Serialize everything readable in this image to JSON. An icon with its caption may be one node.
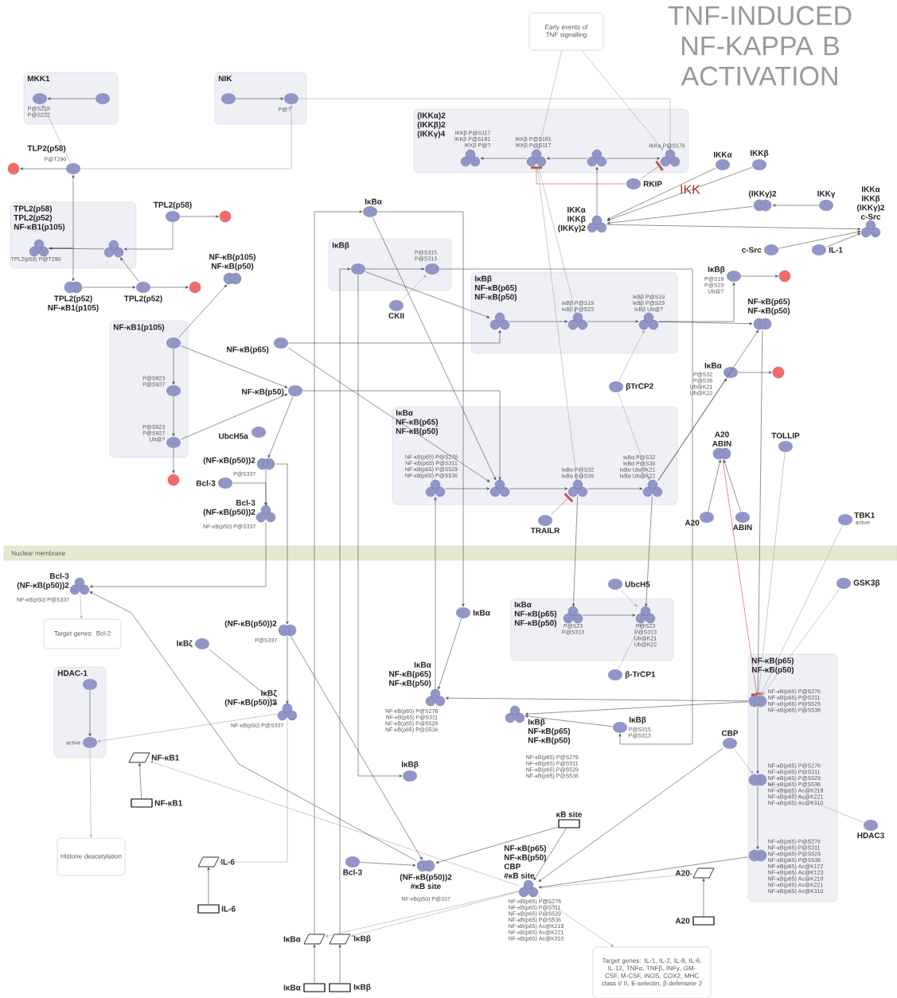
{
  "diagram": {
    "title": "TNF-INDUCED NF-KAPPA B ACTIVATION",
    "nodes": [
      {
        "text": [
          "MKK1"
        ]
      },
      {
        "text": [],
        "shape": "ellipse",
        "in": 0,
        "beside": [
          "P@S218",
          "P@S222"
        ]
      },
      {
        "text": [],
        "shape": "ellipse",
        "in": 0
      },
      {
        "text": [
          "NIK"
        ]
      },
      {
        "text": [],
        "shape": "ellipse",
        "in": 3
      },
      {
        "text": [],
        "shape": "ellipse",
        "in": 3,
        "beside": [
          "P@?"
        ]
      },
      {
        "text": [
          "Early events of TNF signalling"
        ]
      },
      {
        "text": [
          "(IKKα)2",
          "(IKKβ)2",
          "(IKKγ)4"
        ]
      },
      {
        "text": [],
        "shape": "complex",
        "in": 7,
        "beside": [
          "IKKβ P@S117",
          "IKKβ P@S181",
          "IKKβ P@?"
        ]
      },
      {
        "text": [],
        "shape": "complex",
        "in": 7,
        "beside": [
          "IKKβ P@S181",
          "IKKβ P@S117"
        ]
      },
      {
        "text": [],
        "shape": "complex",
        "in": 7
      },
      {
        "text": [],
        "shape": "complex",
        "in": 7,
        "beside": [
          "IKKα P@S176"
        ]
      },
      {
        "text": [
          "RKIP"
        ]
      },
      {
        "text": [
          "IKKα",
          "IKKβ",
          "(IKKγ)2"
        ]
      },
      {
        "text": [
          "IKKα"
        ]
      },
      {
        "text": [
          "IKKβ"
        ]
      },
      {
        "text": [
          "(IKKγ)2"
        ]
      },
      {
        "text": [
          "IKKγ"
        ]
      },
      {
        "text": [
          "IKKα",
          "IKKβ",
          "(IKKγ)2",
          "c-Src"
        ]
      },
      {
        "text": [
          "c-Src"
        ]
      },
      {
        "text": [
          "IL-1"
        ]
      },
      {
        "text": [
          "TLP2(p58)"
        ],
        "beside": [
          "P@T290"
        ]
      },
      {
        "text": [],
        "shape": "circle"
      },
      {
        "text": [
          "TPL2(p58)",
          "TPL2(p52)",
          "NF-κB1(p105)"
        ]
      },
      {
        "text": [],
        "shape": "complex",
        "in": 23,
        "beside": [
          "TPL2(p58) P@T290"
        ]
      },
      {
        "text": [],
        "shape": "complex",
        "in": 23
      },
      {
        "text": [
          "TPL2(p58)"
        ]
      },
      {
        "text": [],
        "shape": "circle"
      },
      {
        "text": [
          "TPL2(p52)",
          "NF-κB1(p105)"
        ]
      },
      {
        "text": [
          "TPL2(p52)"
        ]
      },
      {
        "text": [],
        "shape": "circle"
      },
      {
        "text": [
          "NF-κB1(p105)"
        ]
      },
      {
        "text": [],
        "shape": "ellipse",
        "in": 31
      },
      {
        "text": [],
        "shape": "ellipse",
        "in": 31,
        "beside": [
          "P@S923",
          "P@S927"
        ]
      },
      {
        "text": [],
        "shape": "ellipse",
        "in": 31,
        "beside": [
          "P@S923",
          "P@S927",
          "Ub@?"
        ]
      },
      {
        "text": [],
        "shape": "circle"
      },
      {
        "text": [
          "NF-κB(p105)",
          "NF-κB(p50)"
        ]
      },
      {
        "text": [
          "NF-κB(p65)"
        ]
      },
      {
        "text": [
          "NF-κB(p50)"
        ]
      },
      {
        "text": [
          "UbcH5a"
        ]
      },
      {
        "text": [
          "(NF-κB(p50))2"
        ],
        "beside": [
          "P@S337"
        ]
      },
      {
        "text": [
          "Bcl-3"
        ]
      },
      {
        "text": [
          "Bcl-3",
          "(NF-κB(p50))2"
        ],
        "beside": [
          "NF-κB(p50) P@S337"
        ]
      },
      {
        "text": [
          "IκBα"
        ]
      },
      {
        "text": [
          "IκBβ"
        ]
      },
      {
        "text": [],
        "shape": "ellipse",
        "in": 44
      },
      {
        "text": [],
        "shape": "ellipse",
        "in": 44,
        "beside": [
          "P@S315",
          "P@S313"
        ]
      },
      {
        "text": [
          "CKII"
        ]
      },
      {
        "text": [
          "IκBβ",
          "NF-κB(p65)",
          "NF-κB(p50)"
        ]
      },
      {
        "text": [],
        "shape": "complex",
        "in": 48
      },
      {
        "text": [],
        "shape": "complex",
        "in": 48,
        "beside": [
          "IκBβ P@S19",
          "IκBβ P@S23"
        ]
      },
      {
        "text": [],
        "shape": "complex",
        "in": 48,
        "beside": [
          "IκBβ P@S19",
          "IκBβ P@S23",
          "IκBβ Ub@?"
        ]
      },
      {
        "text": [
          "βTrCP2"
        ]
      },
      {
        "text": [
          "IκBβ"
        ],
        "beside": [
          "P@S19",
          "P@S23",
          "Ub@?"
        ]
      },
      {
        "text": [],
        "shape": "circle"
      },
      {
        "text": [
          "NF-κB(p65)",
          "NF-κB(p50)"
        ]
      },
      {
        "text": [
          "IκBα"
        ],
        "beside": [
          "P@S32",
          "P@S36",
          "Ub@K21",
          "Ub@K22"
        ]
      },
      {
        "text": [],
        "shape": "circle"
      },
      {
        "text": [
          "IκBα",
          "NF-κB(p65)",
          "NF-κB(p50)"
        ]
      },
      {
        "text": [],
        "shape": "complex",
        "in": 58,
        "beside": [
          "NF-κB(p65) P@S276",
          "NF-κB(p65) P@S311",
          "NF-κB(p65) P@S529",
          "NF-κB(p65) P@S536"
        ]
      },
      {
        "text": [],
        "shape": "complex",
        "in": 58
      },
      {
        "text": [],
        "shape": "complex",
        "in": 58,
        "beside": [
          "IκBα P@S32",
          "IκBα P@S36"
        ]
      },
      {
        "text": [],
        "shape": "complex",
        "in": 58,
        "beside": [
          "IκBα P@S32",
          "IκBα P@S36",
          "IκBα Ub@K21",
          "IκBα Ub@K22"
        ]
      },
      {
        "text": [
          "TRAILR"
        ]
      },
      {
        "text": [
          "A20",
          "ABIN"
        ]
      },
      {
        "text": [
          "TOLLIP"
        ]
      },
      {
        "text": [
          "A20"
        ]
      },
      {
        "text": [
          "ABIN"
        ]
      },
      {
        "text": [
          "TBK1"
        ],
        "beside": [
          "active"
        ]
      },
      {
        "text": [
          "GSK3β"
        ]
      },
      {
        "text": [
          "Nuclear membrane"
        ]
      },
      {
        "text": [
          "Bcl-3",
          "(NF-κB(p50))2"
        ],
        "beside": [
          "NF-κB(p50) P@S337"
        ]
      },
      {
        "text": [
          "Target genes: Bcl-2"
        ]
      },
      {
        "text": [
          "HDAC-1"
        ]
      },
      {
        "text": [],
        "shape": "ellipse",
        "in": 73
      },
      {
        "text": [],
        "shape": "ellipse",
        "in": 73,
        "beside": [
          "active"
        ]
      },
      {
        "text": [
          "Histone deacetylation"
        ]
      },
      {
        "text": [
          "NF-κB1"
        ]
      },
      {
        "text": [
          "NF-κB1"
        ]
      },
      {
        "text": [
          "(NF-κB(p50))2"
        ],
        "beside": [
          "P@S337"
        ]
      },
      {
        "text": [
          "IκBζ"
        ]
      },
      {
        "text": [
          "IκBζ",
          "(NF-κB(p50))2"
        ],
        "beside": [
          "NF-κB(p50) P@S337"
        ]
      },
      {
        "text": [
          "IL-6"
        ]
      },
      {
        "text": [
          "IL-6"
        ]
      },
      {
        "text": [
          "IκBα"
        ]
      },
      {
        "text": [
          "IκBα",
          "NF-κB(p65)",
          "NF-κB(p50)"
        ],
        "beside": [
          "NF-κB(p65) P@S276",
          "NF-κB(p65) P@S311",
          "NF-κB(p65) P@S529",
          "NF-κB(p65) P@S536"
        ]
      },
      {
        "text": [
          "IκBβ"
        ]
      },
      {
        "text": [
          "IκBα",
          "NF-κB(p65)",
          "NF-κB(p50)"
        ]
      },
      {
        "text": [],
        "shape": "complex",
        "in": 87,
        "beside": [
          "P@S23",
          "P@S313"
        ]
      },
      {
        "text": [],
        "shape": "complex",
        "in": 87,
        "beside": [
          "P@S23",
          "P@S313",
          "Ub@K21",
          "Ub@K22"
        ]
      },
      {
        "text": [
          "UbcH5"
        ]
      },
      {
        "text": [
          "β-TrCP1"
        ]
      },
      {
        "text": [
          "IκBβ",
          "NF-κB(p65)",
          "NF-κB(p50)"
        ],
        "beside": [
          "NF-κB(p65) P@S276",
          "NF-κB(p65) P@S311",
          "NF-κB(p65) P@S529",
          "NF-κB(p65) P@S536"
        ]
      },
      {
        "text": [
          "IκBβ"
        ],
        "beside": [
          "P@S315",
          "P@S313"
        ]
      },
      {
        "text": [
          "NF-κB(p65)",
          "NF-κB(p50)"
        ]
      },
      {
        "text": [],
        "shape": "dimer",
        "in": 94,
        "beside": [
          "NF-κB(p65) P@S276",
          "NF-κB(p65) P@S311",
          "NF-κB(p65) P@S529",
          "NF-κB(p65) P@S536"
        ]
      },
      {
        "text": [],
        "shape": "dimer",
        "in": 94,
        "beside": [
          "NF-κB(p65) P@S276",
          "NF-κB(p65) P@S311",
          "NF-κB(p65) P@S529",
          "NF-κB(p65) P@S536",
          "NF-κB(p65) Ac@K218",
          "NF-κB(p65) Ac@K221",
          "NF-κB(p65) Ac@K310"
        ]
      },
      {
        "text": [],
        "shape": "dimer",
        "in": 94,
        "beside": [
          "NF-κB(p65) P@S276",
          "NF-κB(p65) P@S311",
          "NF-κB(p65) P@S529",
          "NF-κB(p65) P@S536",
          "NF-κB(p65) Ac@K122",
          "NF-κB(p65) Ac@K123",
          "NF-κB(p65) Ac@K218",
          "NF-κB(p65) Ac@K221",
          "NF-κB(p65) Ac@K310"
        ]
      },
      {
        "text": [
          "CBP"
        ]
      },
      {
        "text": [
          "HDAC3"
        ]
      },
      {
        "text": [
          "κB site"
        ]
      },
      {
        "text": [
          "Bcl-3"
        ]
      },
      {
        "text": [
          "(NF-κB(p50))2",
          "#κB site"
        ],
        "beside": [
          "NF-κB(p50) P@337"
        ]
      },
      {
        "text": [
          "NF-κB(p65)",
          "NF-κB(p50)",
          "CBP",
          "#κB site"
        ],
        "beside": [
          "NF-κB(p65) P@S276",
          "NF-κB(p65) P@S311",
          "NF-κB(p65) P@S529",
          "NF-κB(p65) P@S536",
          "NF-κB(p65) Ac@K218",
          "NF-κB(p65) Ac@K221",
          "NF-κB(p65) Ac@K310"
        ]
      },
      {
        "text": [
          "Target genes: IL-1, IL-2, IL-8, IL-6, IL-12, TNFα, TNFβ, INFγ, GM-CSF, M-CSF, iNOS, COX2, MHC class I/ II, E-selectin, β-defensine 2"
        ]
      },
      {
        "text": [
          "A20"
        ]
      },
      {
        "text": [
          "A20"
        ]
      },
      {
        "text": [
          "IκBα"
        ]
      },
      {
        "text": [
          "IκBα"
        ]
      },
      {
        "text": [
          "IκBβ"
        ]
      },
      {
        "text": [
          "IκBβ"
        ]
      }
    ],
    "edges": [
      {
        "from": 2,
        "to": 1,
        "arrow": "to"
      },
      {
        "from": 21,
        "to": 1,
        "arrow": "to",
        "color": "#a8a8a8"
      },
      {
        "from": 4,
        "to": 5,
        "arrow": "to"
      },
      {
        "from": 21,
        "to": 5,
        "arrow": "to",
        "color": "#a8a8a8"
      },
      {
        "from": 5,
        "to": 11,
        "arrow": "to",
        "color": "#a8a8a8"
      },
      {
        "from": 6,
        "to": 9,
        "arrow": "to",
        "color": "#a8a8a8"
      },
      {
        "from": 6,
        "to": 11,
        "arrow": "to",
        "color": "#a8a8a8"
      },
      {
        "from": 10,
        "to": 9,
        "arrow": "to"
      },
      {
        "from": 10,
        "to": 11,
        "arrow": "to"
      },
      {
        "from": 9,
        "to": 8,
        "arrow": "to"
      },
      {
        "from": 12,
        "to": 9,
        "arrow": "other",
        "color": "#c05050"
      },
      {
        "from": 12,
        "to": 11,
        "arrow": "other",
        "color": "#c05050"
      },
      {
        "from": 13,
        "to": 10,
        "arrow": "to"
      },
      {
        "from": 14,
        "to": 13,
        "arrow": "to"
      },
      {
        "from": 15,
        "to": 13,
        "arrow": "to"
      },
      {
        "from": 16,
        "to": 13,
        "arrow": "to"
      },
      {
        "from": 17,
        "to": 16,
        "arrow": "to"
      },
      {
        "from": 13,
        "to": 18,
        "arrow": "to"
      },
      {
        "from": 19,
        "to": 18,
        "arrow": "to"
      },
      {
        "from": 20,
        "to": 18,
        "arrow": "to"
      },
      {
        "from": 21,
        "to": 22,
        "arrow": "to"
      },
      {
        "from": 24,
        "to": 21,
        "arrow": "to"
      },
      {
        "from": 25,
        "to": 24,
        "arrow": "to"
      },
      {
        "from": 26,
        "to": 25,
        "arrow": "to"
      },
      {
        "from": 24,
        "to": 28,
        "arrow": "to"
      },
      {
        "from": 28,
        "to": 29,
        "arrow": "to"
      },
      {
        "from": 29,
        "to": 30,
        "arrow": "to"
      },
      {
        "from": 29,
        "to": 25,
        "arrow": "to"
      },
      {
        "from": 26,
        "to": 27,
        "arrow": "to"
      },
      {
        "from": 32,
        "to": 33,
        "arrow": "to"
      },
      {
        "from": 33,
        "to": 34,
        "arrow": "to"
      },
      {
        "from": 34,
        "to": 35,
        "arrow": "to"
      },
      {
        "from": 32,
        "to": 36,
        "arrow": "to"
      },
      {
        "from": 32,
        "to": 38,
        "arrow": "to"
      },
      {
        "from": 34,
        "to": 38,
        "arrow": "to"
      },
      {
        "from": 37,
        "to": 60,
        "arrow": "to"
      },
      {
        "from": 38,
        "to": 60,
        "arrow": "to"
      },
      {
        "from": 43,
        "to": 60,
        "arrow": "to"
      },
      {
        "from": 37,
        "to": 49,
        "arrow": "to"
      },
      {
        "from": 45,
        "to": 49,
        "arrow": "to"
      },
      {
        "from": 107,
        "to": 43,
        "arrow": "to"
      },
      {
        "from": 109,
        "to": 45,
        "arrow": "to"
      },
      {
        "from": 38,
        "to": 40,
        "arrow": "to"
      },
      {
        "from": 41,
        "to": 42,
        "arrow": "to"
      },
      {
        "from": 40,
        "to": 42,
        "arrow": "to"
      },
      {
        "from": 45,
        "to": 46,
        "arrow": "to"
      },
      {
        "from": 47,
        "to": 46,
        "arrow": "to",
        "color": "#a8a8a8"
      },
      {
        "from": 49,
        "to": 50,
        "arrow": "to"
      },
      {
        "from": 50,
        "to": 51,
        "arrow": "to"
      },
      {
        "from": 51,
        "to": 55,
        "arrow": "to"
      },
      {
        "from": 51,
        "to": 53,
        "arrow": "to"
      },
      {
        "from": 53,
        "to": 54,
        "arrow": "to"
      },
      {
        "from": 52,
        "to": 51,
        "arrow": "to",
        "color": "#a8a8a8"
      },
      {
        "from": 9,
        "to": 50,
        "arrow": "to",
        "color": "#a8a8a8"
      },
      {
        "from": 59,
        "to": 60,
        "arrow": "to"
      },
      {
        "from": 60,
        "to": 61,
        "arrow": "to"
      },
      {
        "from": 61,
        "to": 62,
        "arrow": "to"
      },
      {
        "from": 62,
        "to": 55,
        "arrow": "to"
      },
      {
        "from": 62,
        "to": 56,
        "arrow": "to"
      },
      {
        "from": 56,
        "to": 57,
        "arrow": "to"
      },
      {
        "from": 63,
        "to": 61,
        "arrow": "other",
        "color": "#c05050"
      },
      {
        "from": 52,
        "to": 62,
        "arrow": "to",
        "color": "#a8a8a8"
      },
      {
        "from": 9,
        "to": 61,
        "arrow": "to",
        "color": "#a8a8a8"
      },
      {
        "from": 66,
        "to": 64,
        "arrow": "to"
      },
      {
        "from": 67,
        "to": 64,
        "arrow": "to"
      },
      {
        "from": 55,
        "to": 95,
        "arrow": "to"
      },
      {
        "from": 64,
        "to": 95,
        "arrow": "other",
        "color": "#c05050"
      },
      {
        "from": 65,
        "to": 95,
        "arrow": "to",
        "color": "#a8a8a8"
      },
      {
        "from": 68,
        "to": 95,
        "arrow": "to",
        "color": "#a8a8a8"
      },
      {
        "from": 69,
        "to": 95,
        "arrow": "to",
        "color": "#a8a8a8"
      },
      {
        "from": 42,
        "to": 71,
        "arrow": "to"
      },
      {
        "from": 40,
        "to": 79,
        "arrow": "to"
      },
      {
        "from": 79,
        "to": 81,
        "arrow": "to"
      },
      {
        "from": 80,
        "to": 81,
        "arrow": "to"
      },
      {
        "from": 79,
        "to": 102,
        "arrow": "to"
      },
      {
        "from": 71,
        "to": 72,
        "arrow": "to",
        "color": "#a8a8a8"
      },
      {
        "from": 74,
        "to": 75,
        "arrow": "to"
      },
      {
        "from": 81,
        "to": 75,
        "arrow": "to",
        "color": "#a8a8a8"
      },
      {
        "from": 75,
        "to": 76,
        "arrow": "to",
        "color": "#a8a8a8"
      },
      {
        "from": 78,
        "to": 77,
        "arrow": "to"
      },
      {
        "from": 103,
        "to": 77,
        "arrow": "to",
        "color": "#a8a8a8"
      },
      {
        "from": 83,
        "to": 82,
        "arrow": "to"
      },
      {
        "from": 81,
        "to": 82,
        "arrow": "to",
        "color": "#a8a8a8"
      },
      {
        "from": 85,
        "to": 59,
        "arrow": "to"
      },
      {
        "from": 43,
        "to": 84,
        "arrow": "to"
      },
      {
        "from": 84,
        "to": 85,
        "arrow": "to"
      },
      {
        "from": 95,
        "to": 85,
        "arrow": "to"
      },
      {
        "from": 45,
        "to": 86,
        "arrow": "to"
      },
      {
        "from": 95,
        "to": 92,
        "arrow": "to"
      },
      {
        "from": 93,
        "to": 92,
        "arrow": "to"
      },
      {
        "from": 46,
        "to": 93,
        "arrow": "to"
      },
      {
        "from": 88,
        "to": 89,
        "arrow": "to"
      },
      {
        "from": 90,
        "to": 89,
        "arrow": "to",
        "color": "#a8a8a8"
      },
      {
        "from": 91,
        "to": 89,
        "arrow": "to",
        "color": "#a8a8a8"
      },
      {
        "from": 61,
        "to": 88,
        "arrow": "to"
      },
      {
        "from": 62,
        "to": 89,
        "arrow": "to"
      },
      {
        "from": 95,
        "to": 96,
        "arrow": "to"
      },
      {
        "from": 96,
        "to": 97,
        "arrow": "to"
      },
      {
        "from": 98,
        "to": 96,
        "arrow": "to",
        "color": "#a8a8a8"
      },
      {
        "from": 99,
        "to": 96,
        "arrow": "to",
        "color": "#a8a8a8"
      },
      {
        "from": 97,
        "to": 103,
        "arrow": "to"
      },
      {
        "from": 98,
        "to": 103,
        "arrow": "to"
      },
      {
        "from": 100,
        "to": 103,
        "arrow": "to"
      },
      {
        "from": 101,
        "to": 102,
        "arrow": "to"
      },
      {
        "from": 100,
        "to": 102,
        "arrow": "to"
      },
      {
        "from": 103,
        "to": 104,
        "arrow": "to",
        "color": "#a8a8a8"
      },
      {
        "from": 103,
        "to": 105,
        "arrow": "to",
        "color": "#a8a8a8"
      },
      {
        "from": 103,
        "to": 107,
        "arrow": "to",
        "color": "#a8a8a8"
      },
      {
        "from": 103,
        "to": 109,
        "arrow": "to",
        "color": "#a8a8a8"
      },
      {
        "from": 106,
        "to": 105,
        "arrow": "to"
      },
      {
        "from": 108,
        "to": 107,
        "arrow": "to"
      },
      {
        "from": 110,
        "to": 109,
        "arrow": "to"
      },
      {
        "from": 102,
        "to": 71,
        "arrow": "to"
      }
    ],
    "labels": [
      "IKK"
    ]
  }
}
